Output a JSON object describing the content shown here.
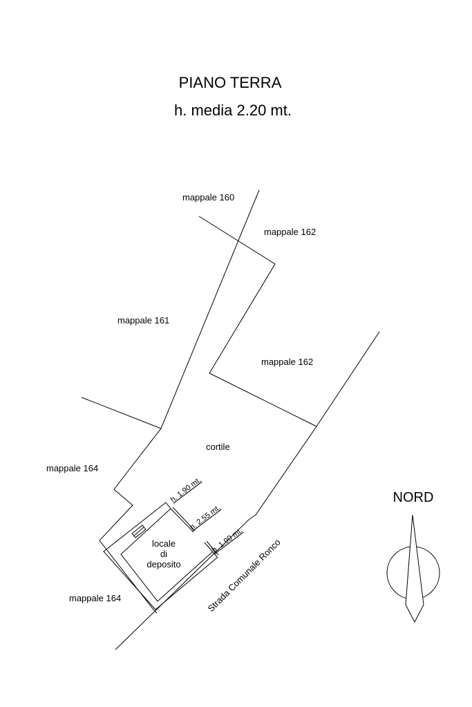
{
  "title": {
    "line1": "PIANO TERRA",
    "line2": "h. media 2.20 mt."
  },
  "labels": {
    "mappale_160": "mappale 160",
    "mappale_162_top": "mappale 162",
    "mappale_161": "mappale 161",
    "mappale_162_mid": "mappale 162",
    "cortile": "cortile",
    "mappale_164_top": "mappale 164",
    "mappale_164_bottom": "mappale 164",
    "deposito": [
      "locale",
      "di",
      "deposito"
    ],
    "heights": [
      "h. 1.90 mt.",
      "h. 2.55 mt.",
      "h. 1.90 mt."
    ],
    "road": "Strada Comunale Ronco"
  },
  "compass": {
    "label": "NORD",
    "icon": "north-arrow-icon"
  }
}
